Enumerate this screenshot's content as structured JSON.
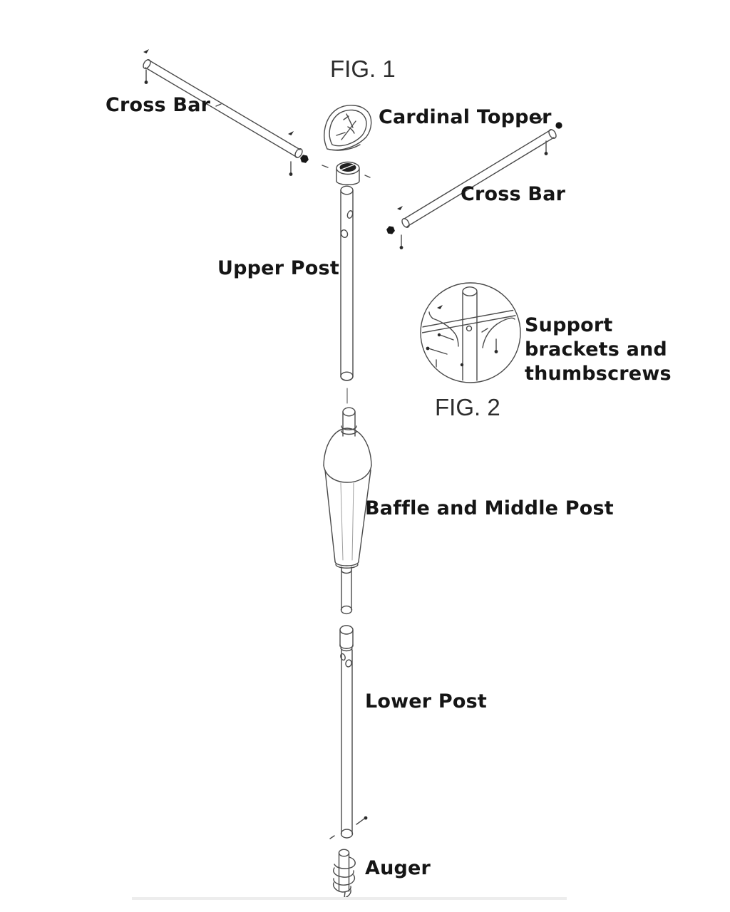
{
  "page": {
    "background": "#ffffff",
    "ink": "#151515",
    "line_color": "#4a4a4a",
    "divider_color": "#ededed"
  },
  "figures": [
    {
      "label": "FIG. 1"
    },
    {
      "label": "FIG. 2"
    }
  ],
  "parts": [
    {
      "id": "cross-bar-left",
      "label": "Cross Bar"
    },
    {
      "id": "cardinal-topper",
      "label": "Cardinal Topper"
    },
    {
      "id": "cross-bar-right",
      "label": "Cross Bar"
    },
    {
      "id": "upper-post",
      "label": "Upper Post"
    },
    {
      "id": "support-brackets",
      "label": "Support brackets and thumbscrews"
    },
    {
      "id": "baffle-middle-post",
      "label": "Baffle and Middle Post"
    },
    {
      "id": "lower-post",
      "label": "Lower Post"
    },
    {
      "id": "auger",
      "label": "Auger"
    }
  ]
}
